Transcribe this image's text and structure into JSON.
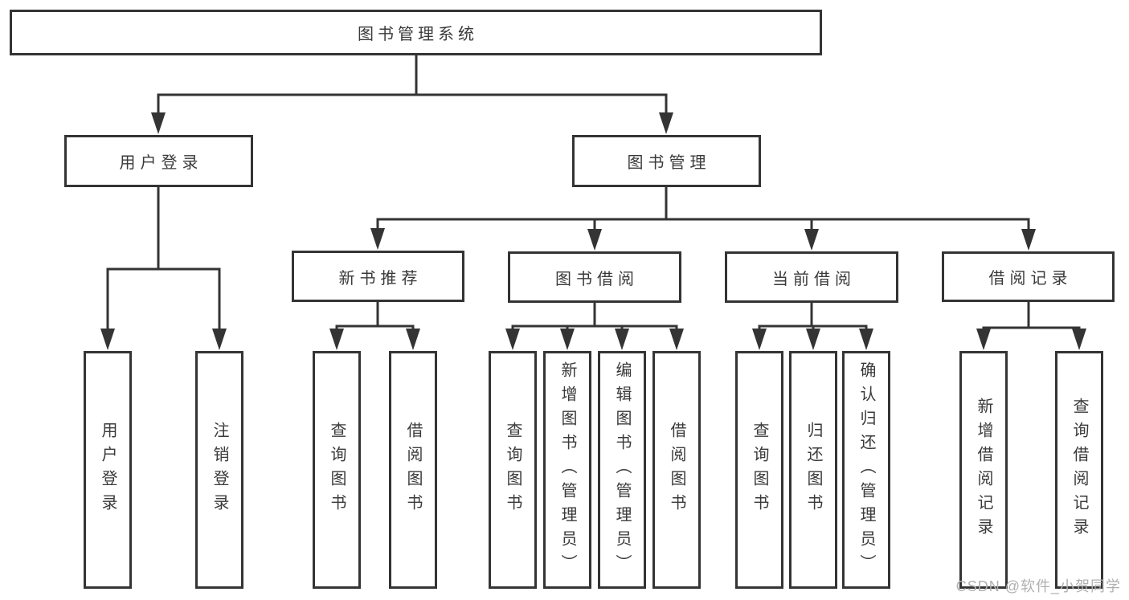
{
  "diagram": {
    "background": "#ffffff",
    "line_color": "#343434",
    "text_color": "#3a3a3a",
    "tree": {
      "label": "图书管理系统",
      "children": [
        {
          "label": "用户登录",
          "children": [
            {
              "label": "用户登录"
            },
            {
              "label": "注销登录"
            }
          ]
        },
        {
          "label": "图书管理",
          "children": [
            {
              "label": "新书推荐",
              "children": [
                {
                  "label": "查询图书"
                },
                {
                  "label": "借阅图书"
                }
              ]
            },
            {
              "label": "图书借阅",
              "children": [
                {
                  "label": "查询图书"
                },
                {
                  "label": "新增图书（管理员）"
                },
                {
                  "label": "编辑图书（管理员）"
                },
                {
                  "label": "借阅图书"
                }
              ]
            },
            {
              "label": "当前借阅",
              "children": [
                {
                  "label": "查询图书"
                },
                {
                  "label": "归还图书"
                },
                {
                  "label": "确认归还（管理员）"
                }
              ]
            },
            {
              "label": "借阅记录",
              "children": [
                {
                  "label": "新增借阅记录"
                },
                {
                  "label": "查询借阅记录"
                }
              ]
            }
          ]
        }
      ]
    },
    "watermark": {
      "text": "CSDN @软件_小贺同学",
      "color": "#b0b0b0"
    }
  }
}
